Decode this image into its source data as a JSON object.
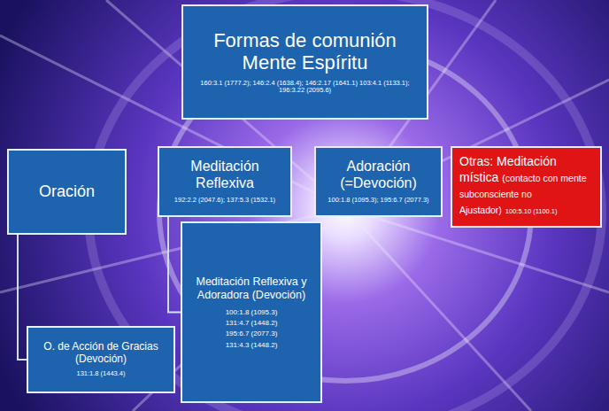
{
  "diagram": {
    "nodes": [
      {
        "text": [
          "Formas de comunión Mente Espíritu",
          "160:3.1 (1777.2); 146:2.4 (1638.4); 146:2.17 (1641.1) 103:4.1 (1133.1); 196:3.22 (2095.6)"
        ]
      },
      {
        "text": [
          "Oración"
        ]
      },
      {
        "text": [
          "Meditación Reflexiva",
          "192:2.2 (2047.6); 137:5.3 (1532.1)"
        ]
      },
      {
        "text": [
          "Adoración (=Devoción)",
          "100:1.8 (1095.3); 195:6.7 (2077.3)"
        ]
      },
      {
        "text": [
          "Otras: Meditación mística",
          "(contacto con mente subconsciente no Ajustador)",
          "100:5.10 (1100.1)"
        ]
      },
      {
        "text": [
          "O. de Acción de Gracias (Devoción)",
          "131:1.8 (1443.4)"
        ]
      },
      {
        "text": [
          "Meditación Reflexiva y Adoradora (Devoción)",
          "100:1.8 (1095.3)",
          "131:4.7 (1448.2)",
          "195:6.7 (2077.3)",
          "131:4.3 (1448.2)"
        ]
      }
    ],
    "edges": [
      {
        "from": 1,
        "to": 5,
        "arrow": "none"
      },
      {
        "from": 2,
        "to": 6,
        "arrow": "none"
      }
    ]
  }
}
